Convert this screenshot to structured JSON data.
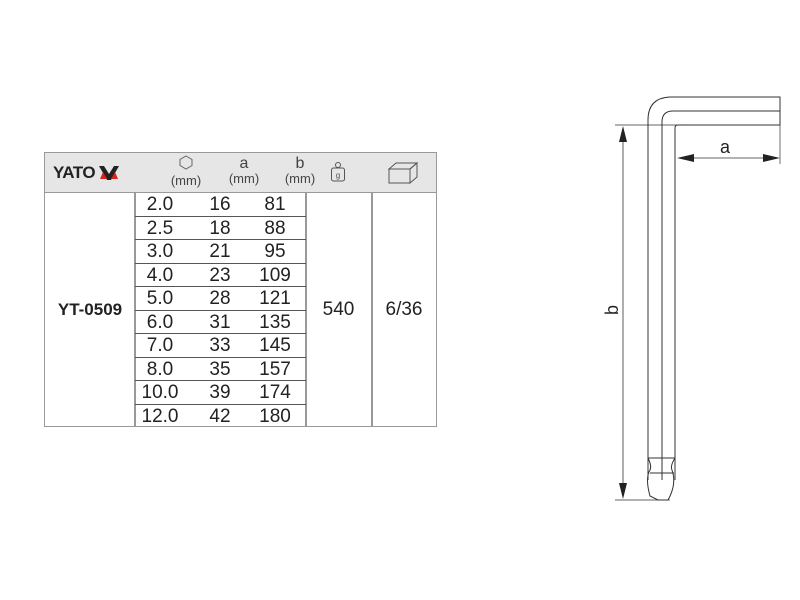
{
  "brand": "YATO",
  "header": {
    "size_unit": "(mm)",
    "a_label": "a",
    "a_unit": "(mm)",
    "b_label": "b",
    "b_unit": "(mm)",
    "weight_icon_label": "g",
    "icons": [
      "hexagon-icon",
      "weight-icon",
      "box-icon"
    ]
  },
  "product": {
    "model": "YT-0509",
    "weight": "540",
    "packaging": "6/36"
  },
  "rows": [
    {
      "size": "2.0",
      "a": "16",
      "b": "81"
    },
    {
      "size": "2.5",
      "a": "18",
      "b": "88"
    },
    {
      "size": "3.0",
      "a": "21",
      "b": "95"
    },
    {
      "size": "4.0",
      "a": "23",
      "b": "109"
    },
    {
      "size": "5.0",
      "a": "28",
      "b": "121"
    },
    {
      "size": "6.0",
      "a": "31",
      "b": "135"
    },
    {
      "size": "7.0",
      "a": "33",
      "b": "145"
    },
    {
      "size": "8.0",
      "a": "35",
      "b": "157"
    },
    {
      "size": "10.0",
      "a": "39",
      "b": "174"
    },
    {
      "size": "12.0",
      "a": "42",
      "b": "180"
    }
  ],
  "drawing": {
    "dim_a": "a",
    "dim_b": "b"
  },
  "colors": {
    "logo_red": "#d7261e",
    "header_bg": "#e6e6e6"
  }
}
